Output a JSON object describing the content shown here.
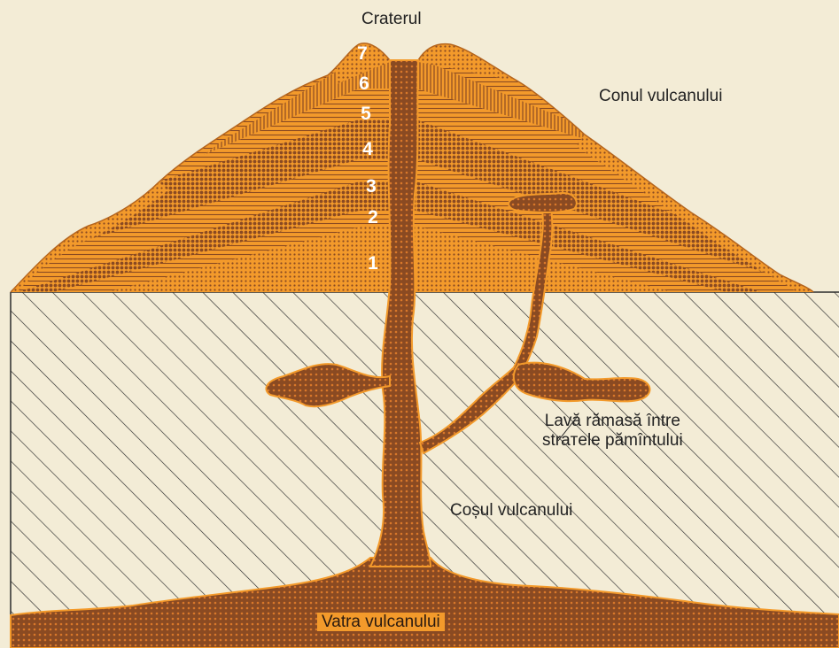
{
  "labels": {
    "crater": "Craterul",
    "cone": "Conul vulcanului",
    "lava_line1": "Lavă rămasă între",
    "lava_line2": "straтele pămîntului",
    "chimney": "Coșul vulcanului",
    "hearth": "Vatra vulcanului"
  },
  "layers": [
    "1",
    "2",
    "3",
    "4",
    "5",
    "6",
    "7"
  ],
  "colors": {
    "background": "#f3ecd6",
    "orange": "#f39a2b",
    "brown": "#8a4a22",
    "ground_hatch": "#2b2b2b"
  }
}
